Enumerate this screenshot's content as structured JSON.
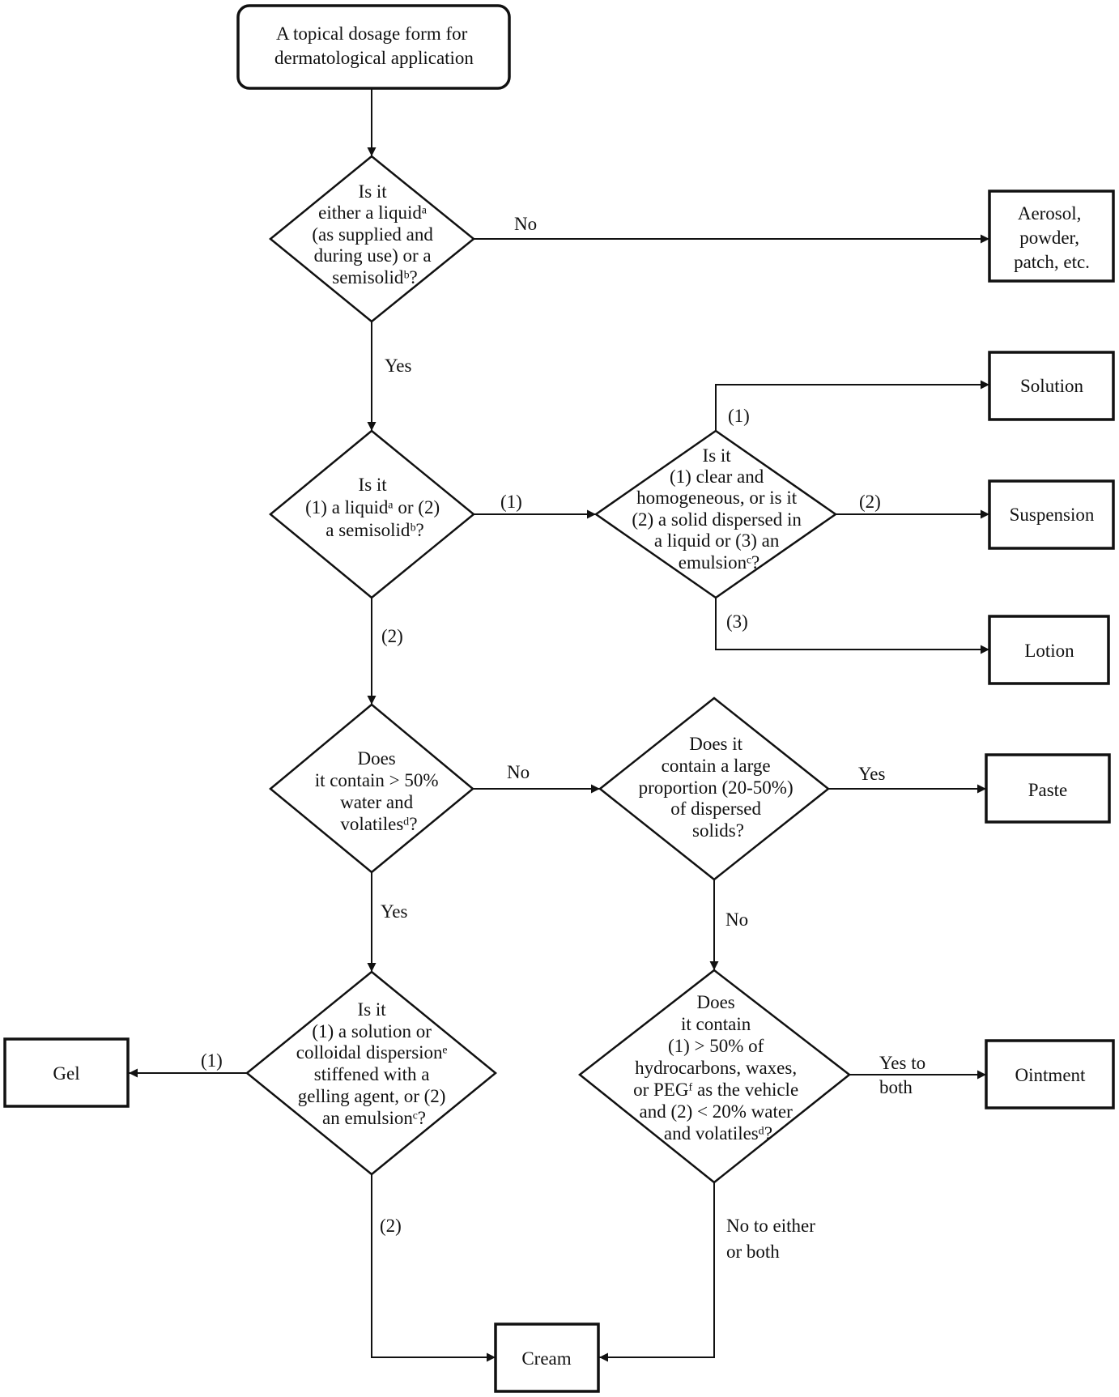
{
  "diagram": {
    "start": [
      "A topical dosage form for",
      "dermatological application"
    ],
    "d1": [
      "Is it",
      "either a liquidᵃ",
      "(as supplied and",
      "during use) or a",
      "semisolidᵇ?"
    ],
    "d2": [
      "Is it",
      "(1) a liquidᵃ or (2)",
      "a semisolidᵇ?"
    ],
    "d3": [
      "Is it",
      "(1) clear and",
      "homogeneous, or is it",
      "(2) a solid dispersed in",
      "a liquid or (3) an",
      "emulsionᶜ?"
    ],
    "d4": [
      "Does",
      "it contain > 50%",
      "water and",
      "volatilesᵈ?"
    ],
    "d5": [
      "Does it",
      "contain a large",
      "proportion (20-50%)",
      "of dispersed",
      "solids?"
    ],
    "d6": [
      "Is it",
      "(1) a solution or",
      "colloidal dispersionᵉ",
      "stiffened with a",
      "gelling agent, or (2)",
      "an emulsionᶜ?"
    ],
    "d7": [
      "Does",
      "it contain",
      "(1) > 50% of",
      "hydrocarbons, waxes,",
      "or PEGᶠ as the vehicle",
      "and (2) < 20% water",
      "and volatilesᵈ?"
    ],
    "aerosol": [
      "Aerosol,",
      "powder,",
      "patch, etc."
    ],
    "solution": [
      "Solution"
    ],
    "suspension": [
      "Suspension"
    ],
    "lotion": [
      "Lotion"
    ],
    "paste": [
      "Paste"
    ],
    "gel": [
      "Gel"
    ],
    "ointment": [
      "Ointment"
    ],
    "cream": [
      "Cream"
    ],
    "labels": {
      "d1_no": "No",
      "d1_yes": "Yes",
      "d2_1": "(1)",
      "d2_2": "(2)",
      "d3_1": "(1)",
      "d3_2": "(2)",
      "d3_3": "(3)",
      "d4_no": "No",
      "d4_yes": "Yes",
      "d5_yes": "Yes",
      "d5_no": "No",
      "d6_1": "(1)",
      "d6_2": "(2)",
      "d7_yes": [
        "Yes to",
        "both"
      ],
      "d7_no": [
        "No to either",
        "or both"
      ]
    }
  }
}
